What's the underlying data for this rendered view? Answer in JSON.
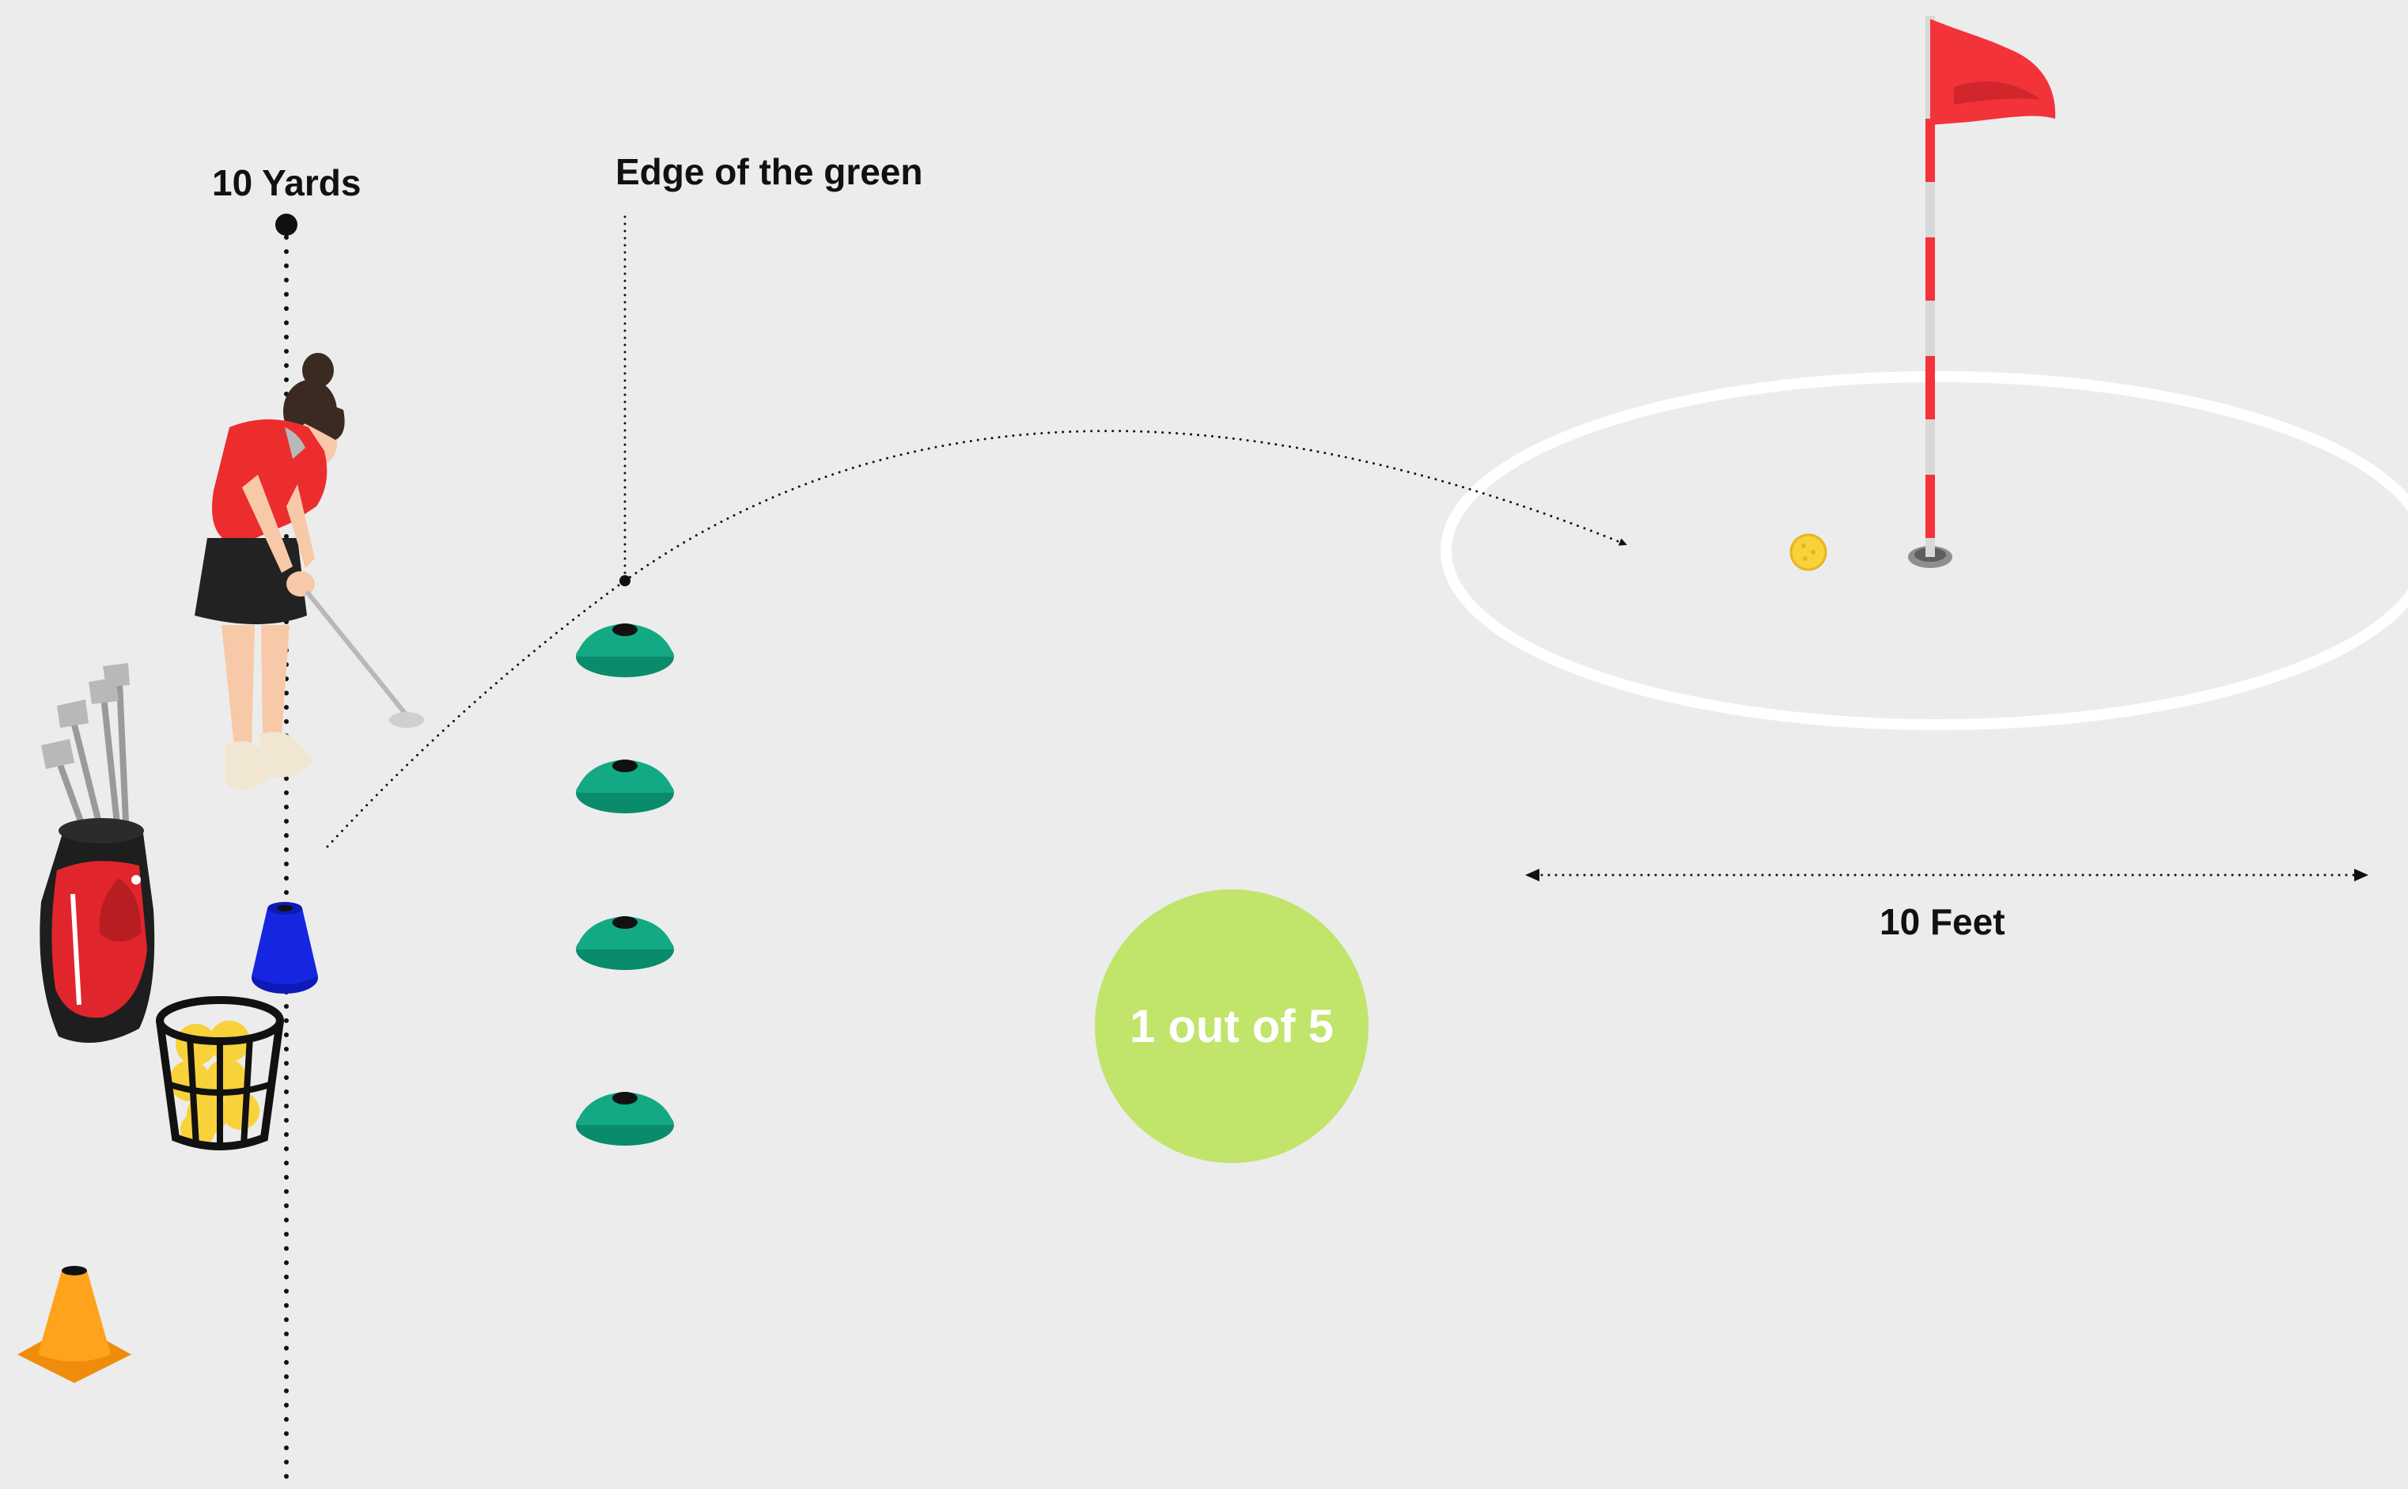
{
  "labels": {
    "distance_yards": "10 Yards",
    "green_edge": "Edge of the green",
    "distance_feet": "10 Feet"
  },
  "goal": {
    "text": "1 out of 5"
  },
  "colors": {
    "background": "#ececec",
    "goal_circle": "#c1e46a",
    "cone_green": "#0fa27e",
    "cone_blue": "#1626e0",
    "cone_orange": "#ffa21c",
    "flag_red": "#f2333a",
    "ball_yellow": "#f7d23a",
    "green_ring": "#ffffff"
  },
  "icons": [
    "golfer-illustration",
    "golf-bag-icon",
    "ball-basket-icon",
    "blue-cone-icon",
    "orange-cone-icon",
    "disc-cone-icon",
    "flag-pin-icon",
    "golf-ball-icon",
    "hole-icon"
  ]
}
